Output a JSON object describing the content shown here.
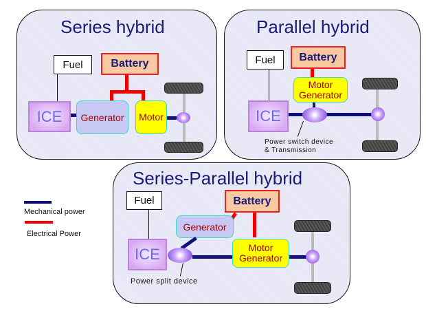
{
  "series": {
    "title": "Series hybrid",
    "fuel": "Fuel",
    "battery": "Battery",
    "ice": "ICE",
    "generator": "Generator",
    "motor": "Motor"
  },
  "parallel": {
    "title": "Parallel hybrid",
    "fuel": "Fuel",
    "battery": "Battery",
    "ice": "ICE",
    "motor_generator_1": "Motor",
    "motor_generator_2": "Generator",
    "switch_label_1": "Power switch  device",
    "switch_label_2": "& Transmission"
  },
  "series_parallel": {
    "title": "Series-Parallel hybrid",
    "fuel": "Fuel",
    "battery": "Battery",
    "ice": "ICE",
    "generator": "Generator",
    "motor_generator_1": "Motor",
    "motor_generator_2": "Generator",
    "split_label": "Power split device"
  },
  "legend": {
    "mechanical": "Mechanical power",
    "electrical": "Electrical Power",
    "mechanical_color": "#10107a",
    "electrical_color": "#f00000"
  }
}
